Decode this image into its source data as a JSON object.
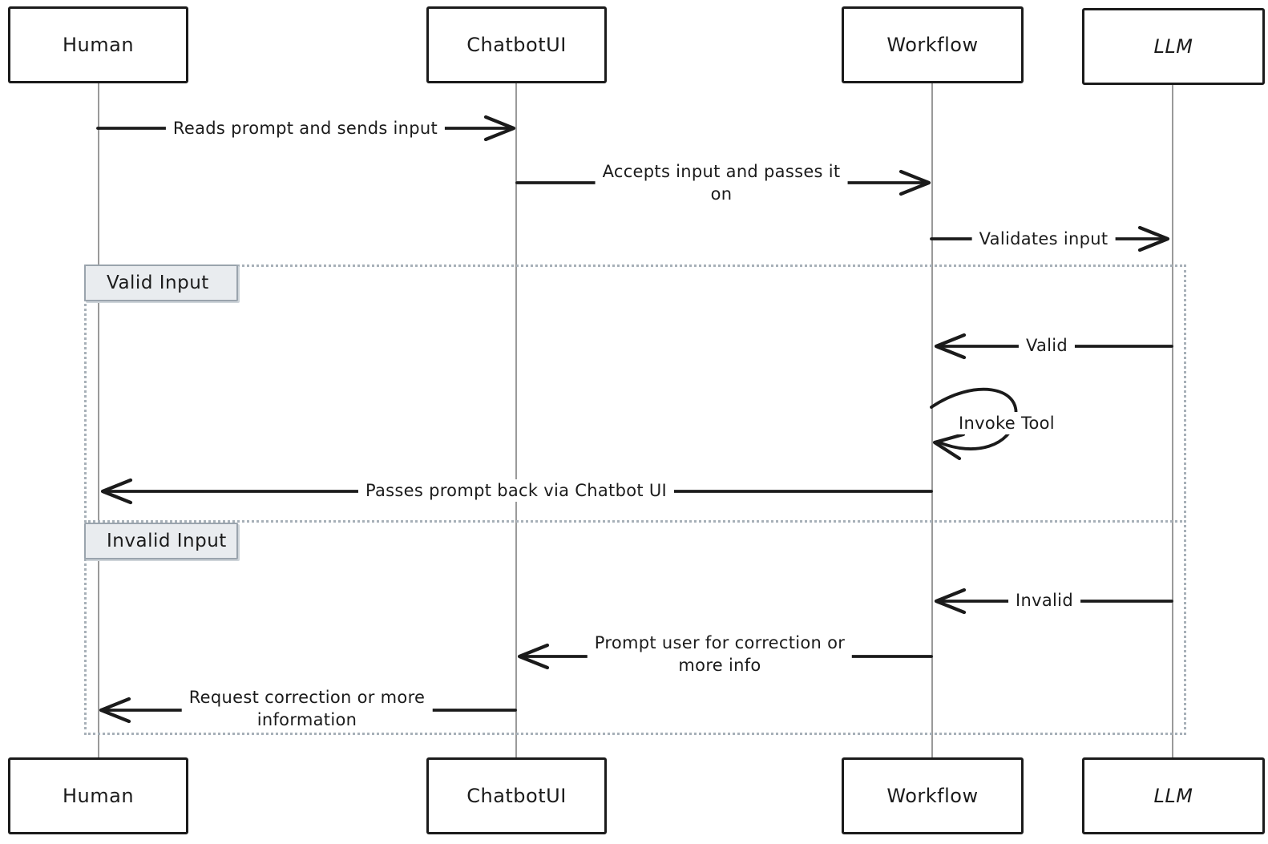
{
  "diagram": {
    "type": "sequence-diagram",
    "style": "hand-drawn",
    "actors": [
      {
        "name": "Human"
      },
      {
        "name": "ChatbotUI"
      },
      {
        "name": "Workflow"
      },
      {
        "name": "LLM"
      }
    ],
    "messages": [
      {
        "from": "Human",
        "to": "ChatbotUI",
        "label": "Reads prompt and sends input"
      },
      {
        "from": "ChatbotUI",
        "to": "Workflow",
        "label": "Accepts input and passes it\non"
      },
      {
        "from": "Workflow",
        "to": "LLM",
        "label": "Validates input"
      },
      {
        "from": "LLM",
        "to": "Workflow",
        "label": "Valid"
      },
      {
        "from": "Workflow",
        "to": "Workflow",
        "label": "Invoke Tool"
      },
      {
        "from": "Workflow",
        "to": "Human",
        "label": "Passes prompt back via Chatbot UI"
      },
      {
        "from": "LLM",
        "to": "Workflow",
        "label": "Invalid"
      },
      {
        "from": "Workflow",
        "to": "ChatbotUI",
        "label": "Prompt user for correction or\nmore info"
      },
      {
        "from": "ChatbotUI",
        "to": "Human",
        "label": "Request correction or more\ninformation"
      }
    ],
    "alt": {
      "sections": [
        {
          "title": "Valid Input"
        },
        {
          "title": "Invalid Input"
        }
      ]
    },
    "colors": {
      "stroke": "#1b1b1b",
      "lifeline": "#9a9a9a",
      "frame_dotted": "#a7b0b8",
      "section_label_bg": "#e9ecef",
      "section_label_border": "#9aa4ad",
      "background": "#ffffff"
    }
  }
}
